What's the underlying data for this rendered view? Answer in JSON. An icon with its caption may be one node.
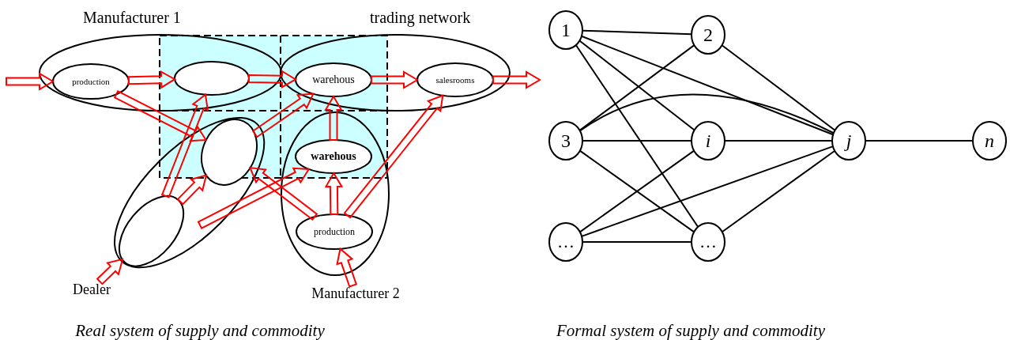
{
  "diagram": {
    "nodes": [
      {
        "text": [
          "Manufacturer 1"
        ]
      },
      {
        "text": [
          "production"
        ],
        "in": 0
      },
      {
        "text": [],
        "shape": "ellipse",
        "in": 0
      },
      {
        "text": [
          "trading network"
        ]
      },
      {
        "text": [
          "warehous"
        ],
        "in": 3
      },
      {
        "text": [
          "salesrooms"
        ],
        "in": 3
      },
      {
        "text": [],
        "shape": "ellipse"
      },
      {
        "text": [],
        "shape": "ellipse",
        "in": 6
      },
      {
        "text": [],
        "shape": "ellipse",
        "in": 6
      },
      {
        "text": [],
        "shape": "ellipse"
      },
      {
        "text": [
          "warehous"
        ],
        "in": 9
      },
      {
        "text": [
          "production"
        ],
        "in": 9
      },
      {
        "text": [
          "Dealer"
        ]
      },
      {
        "text": [
          "Manufacturer 2"
        ]
      },
      {
        "text": [
          "1"
        ]
      },
      {
        "text": [
          "3"
        ]
      },
      {
        "text": [
          "…"
        ]
      },
      {
        "text": [
          "2"
        ]
      },
      {
        "text": [
          "i"
        ]
      },
      {
        "text": [
          "…"
        ]
      },
      {
        "text": [
          "j"
        ]
      },
      {
        "text": [
          "n"
        ]
      }
    ],
    "edges": [
      {
        "from": null,
        "to": 1,
        "arrow": "to"
      },
      {
        "from": 1,
        "to": 2,
        "arrow": "to"
      },
      {
        "from": 2,
        "to": 4,
        "arrow": "to"
      },
      {
        "from": 4,
        "to": 5,
        "arrow": "to"
      },
      {
        "from": 5,
        "to": null,
        "arrow": "to"
      },
      {
        "from": 1,
        "to": 7,
        "arrow": "to"
      },
      {
        "from": 8,
        "to": 2,
        "arrow": "to"
      },
      {
        "from": 8,
        "to": 7,
        "arrow": "to"
      },
      {
        "from": 7,
        "to": 4,
        "arrow": "to"
      },
      {
        "from": 12,
        "to": 8,
        "arrow": "to"
      },
      {
        "from": 6,
        "to": 10,
        "arrow": "to"
      },
      {
        "from": 11,
        "to": 7,
        "arrow": "to"
      },
      {
        "from": 11,
        "to": 10,
        "arrow": "to"
      },
      {
        "from": 10,
        "to": 4,
        "arrow": "to"
      },
      {
        "from": 11,
        "to": 5,
        "arrow": "to"
      },
      {
        "from": 13,
        "to": 11,
        "arrow": "to"
      },
      {
        "from": 14,
        "to": 17,
        "arrow": "none",
        "color": "#000000"
      },
      {
        "from": 14,
        "to": 20,
        "arrow": "none",
        "color": "#000000"
      },
      {
        "from": 14,
        "to": 18,
        "arrow": "none",
        "color": "#000000"
      },
      {
        "from": 14,
        "to": 19,
        "arrow": "none",
        "color": "#000000"
      },
      {
        "from": 15,
        "to": 17,
        "arrow": "none",
        "color": "#000000"
      },
      {
        "from": 15,
        "to": 20,
        "arrow": "none",
        "color": "#000000"
      },
      {
        "from": 15,
        "to": 18,
        "arrow": "none",
        "color": "#000000"
      },
      {
        "from": 15,
        "to": 19,
        "arrow": "none",
        "color": "#000000"
      },
      {
        "from": 16,
        "to": 18,
        "arrow": "none",
        "color": "#000000"
      },
      {
        "from": 16,
        "to": 20,
        "arrow": "none",
        "color": "#000000"
      },
      {
        "from": 16,
        "to": 19,
        "arrow": "none",
        "color": "#000000"
      },
      {
        "from": 17,
        "to": 20,
        "arrow": "none",
        "color": "#000000"
      },
      {
        "from": 18,
        "to": 20,
        "arrow": "none",
        "color": "#000000"
      },
      {
        "from": 19,
        "to": 20,
        "arrow": "none",
        "color": "#000000"
      },
      {
        "from": 20,
        "to": 21,
        "arrow": "none",
        "color": "#000000"
      }
    ],
    "labels": [
      "Real system of supply and commodity",
      "Formal system of supply and commodity"
    ]
  }
}
